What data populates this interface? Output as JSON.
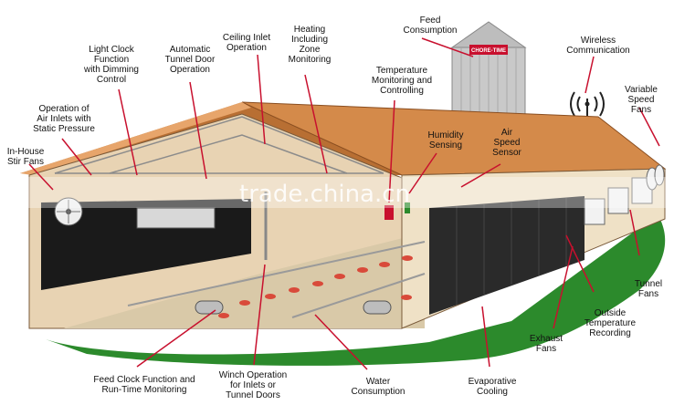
{
  "watermark": "trade.china.cn",
  "silo_brand": "CHORE-TIME",
  "labels": {
    "feed_consumption": "Feed\nConsumption",
    "wireless_communication": "Wireless\nCommunication",
    "variable_speed_fans": "Variable\nSpeed\nFans",
    "heating_zone_monitoring": "Heating\nIncluding\nZone\nMonitoring",
    "ceiling_inlet_operation": "Ceiling Inlet\nOperation",
    "automatic_tunnel_door": "Automatic\nTunnel Door\nOperation",
    "light_clock": "Light Clock\nFunction\nwith Dimming\nControl",
    "operation_air_inlets": "Operation of\nAir Inlets with\nStatic Pressure",
    "in_house_stir_fans": "In-House\nStir Fans",
    "temperature_monitoring": "Temperature\nMonitoring and\nControlling",
    "humidity_sensing": "Humidity\nSensing",
    "air_speed_sensor": "Air\nSpeed\nSensor",
    "tunnel_fans": "Tunnel\nFans",
    "outside_temperature": "Outside\nTemperature\nRecording",
    "exhaust_fans": "Exhaust\nFans",
    "evaporative_cooling": "Evaporative\nCooling",
    "water_consumption": "Water\nConsumption",
    "winch_operation": "Winch Operation\nfor Inlets or\nTunnel Doors",
    "feed_clock": "Feed Clock Function and\nRun-Time Monitoring"
  },
  "colors": {
    "roof": "#d48a4a",
    "roof_shadow": "#b86f33",
    "wall": "#e8d3b3",
    "floor": "#d9c9a8",
    "grass": "#2c8a2c",
    "pointer": "#c8102e",
    "curtain": "#1a1a1a",
    "silo": "#c9c9c9",
    "feeder": "#d94a3a"
  }
}
